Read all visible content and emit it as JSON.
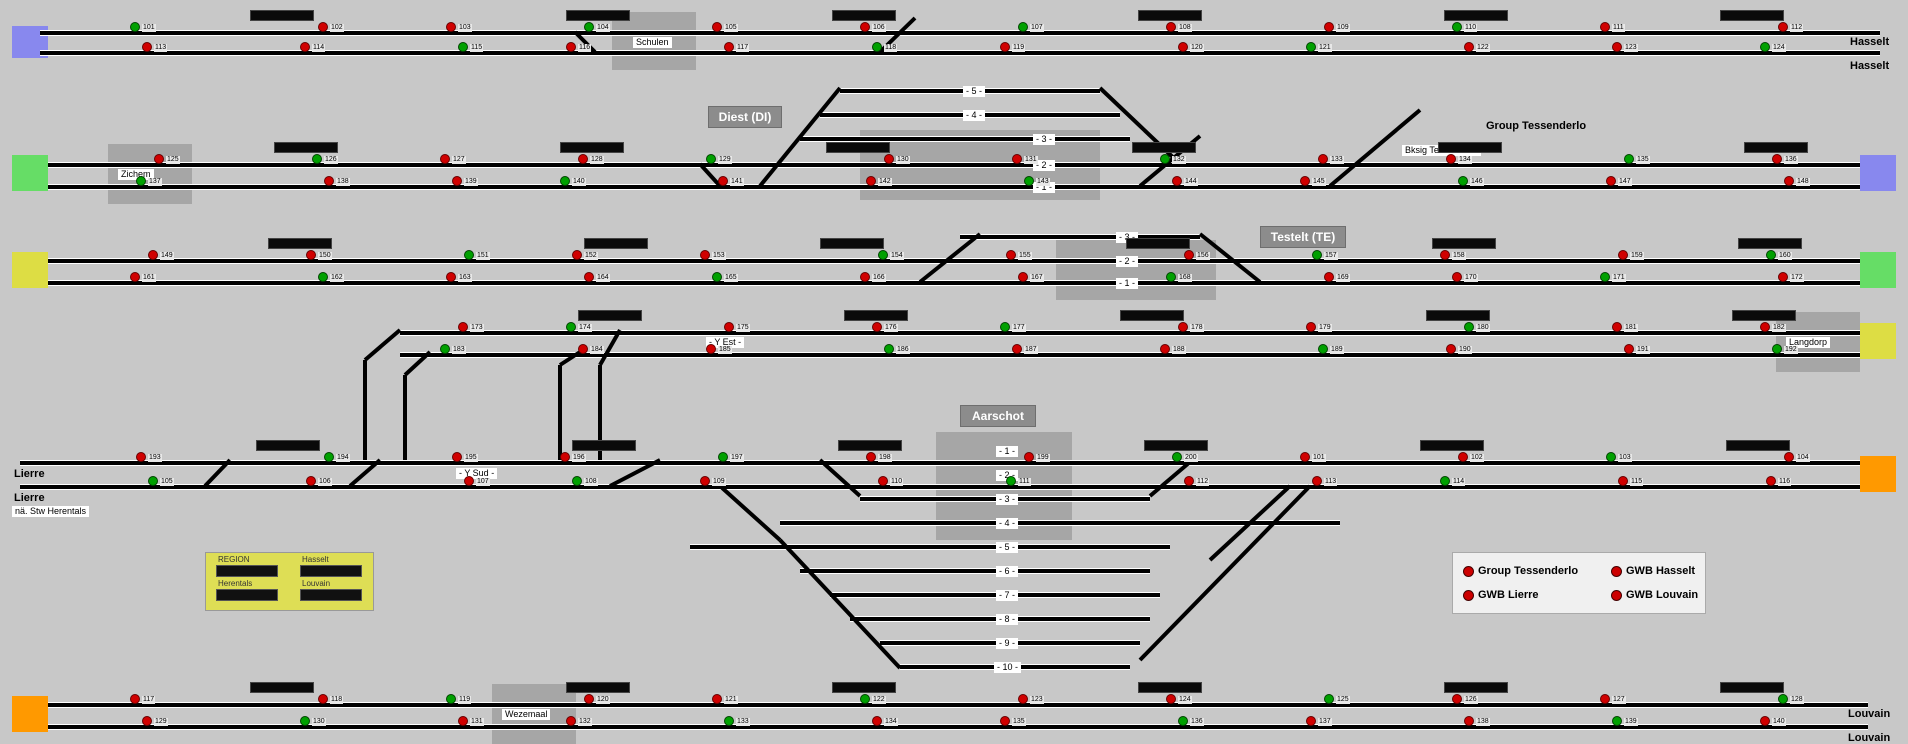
{
  "stations": {
    "schulen": "Schulen",
    "diest": "Diest (DI)",
    "zichem": "Zichem",
    "bksig": "Bksig Tessenderlo",
    "group_tessenderlo": "Group Tessenderlo",
    "testelt": "Testelt (TE)",
    "y_est": "- Y Est -",
    "langdorp": "Langdorp",
    "aarschot": "Aarschot",
    "y_sud": "- Y Sud -",
    "wezemaal": "Wezemaal"
  },
  "destinations": {
    "hasselt_1": "Hasselt",
    "hasselt_2": "Hasselt",
    "lierre_1": "Lierre",
    "lierre_2": "Lierre",
    "herentals_note": "nä. Stw Herentals",
    "louvain_1": "Louvain",
    "louvain_2": "Louvain"
  },
  "platform_numbers": {
    "diest": [
      "- 5 -",
      "- 4 -",
      "- 3 -",
      "- 2 -",
      "- 1 -"
    ],
    "testelt": [
      "- 3 -",
      "- 2 -",
      "- 1 -"
    ],
    "aarschot": [
      "- 1 -",
      "- 2 -",
      "- 3 -",
      "- 4 -",
      "- 5 -",
      "- 6 -",
      "- 7 -",
      "- 8 -",
      "- 9 -",
      "- 10 -"
    ]
  },
  "signal_numbers": [
    "101",
    "102",
    "103",
    "104",
    "105",
    "106",
    "107",
    "108",
    "109",
    "110",
    "111",
    "112",
    "113",
    "114",
    "115",
    "116",
    "117",
    "118",
    "119",
    "120",
    "121",
    "122",
    "123",
    "124",
    "125",
    "126",
    "127",
    "128",
    "129",
    "130",
    "131",
    "132",
    "133",
    "134",
    "135",
    "136",
    "137",
    "138",
    "139",
    "140",
    "141",
    "142",
    "143",
    "144",
    "145",
    "146",
    "147",
    "148",
    "149",
    "150",
    "151",
    "152",
    "153",
    "154",
    "155",
    "156",
    "157",
    "158",
    "159",
    "160",
    "161",
    "162",
    "163",
    "164",
    "165",
    "166",
    "167",
    "168",
    "169",
    "170",
    "171",
    "172",
    "173",
    "174",
    "175",
    "176",
    "177",
    "178",
    "179",
    "180",
    "181",
    "182",
    "183",
    "184",
    "185",
    "186",
    "187",
    "188",
    "189",
    "190",
    "191",
    "192",
    "193",
    "194",
    "195",
    "196",
    "197",
    "198",
    "199",
    "200"
  ],
  "region_panel": {
    "region": "REGION",
    "hasselt": "Hasselt",
    "herentals": "Herentals",
    "louvain": "Louvain"
  },
  "legend": {
    "group_tessenderlo": "Group Tessenderlo",
    "gwb_hasselt": "GWB Hasselt",
    "gwb_lierre": "GWB Lierre",
    "gwb_louvain": "GWB Louvain"
  },
  "colors": {
    "background": "#c8c8c8",
    "signal_red": "#d00000",
    "signal_green": "#00a000",
    "endpoint_blue": "#8888ee",
    "endpoint_green": "#66dd66",
    "endpoint_yellow": "#dddd44",
    "endpoint_orange": "#ff9900",
    "panel_yellow": "#dede55"
  }
}
